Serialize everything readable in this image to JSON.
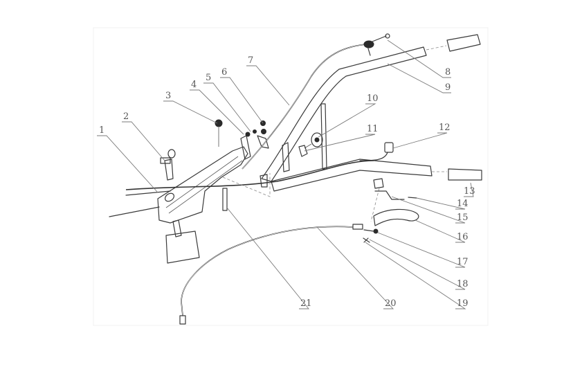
{
  "diagram": {
    "type": "exploded-parts-view",
    "callouts": [
      {
        "id": 1,
        "label": "1"
      },
      {
        "id": 2,
        "label": "2"
      },
      {
        "id": 3,
        "label": "3"
      },
      {
        "id": 4,
        "label": "4"
      },
      {
        "id": 5,
        "label": "5"
      },
      {
        "id": 6,
        "label": "6"
      },
      {
        "id": 7,
        "label": "7"
      },
      {
        "id": 8,
        "label": "8"
      },
      {
        "id": 9,
        "label": "9"
      },
      {
        "id": 10,
        "label": "10"
      },
      {
        "id": 11,
        "label": "11"
      },
      {
        "id": 12,
        "label": "12"
      },
      {
        "id": 13,
        "label": "13"
      },
      {
        "id": 14,
        "label": "14"
      },
      {
        "id": 15,
        "label": "15"
      },
      {
        "id": 16,
        "label": "16"
      },
      {
        "id": 17,
        "label": "17"
      },
      {
        "id": 18,
        "label": "18"
      },
      {
        "id": 19,
        "label": "19"
      },
      {
        "id": 20,
        "label": "20"
      },
      {
        "id": 21,
        "label": "21"
      }
    ],
    "colors": {
      "line": "#3a3a3a",
      "leader": "#7a7a7a",
      "text": "#555555",
      "background": "#ffffff"
    }
  }
}
